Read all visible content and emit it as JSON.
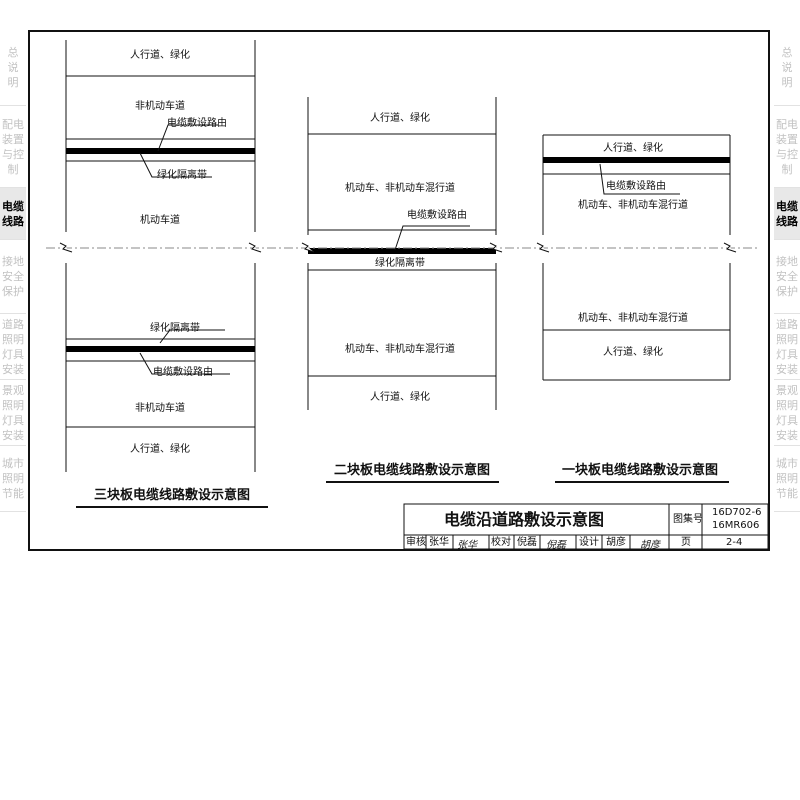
{
  "left_tabs": [
    "总\n说\n明",
    "配电\n装置\n与控\n制",
    "电缆\n线路",
    "接地\n安全\n保护",
    "道路\n照明\n灯具\n安装",
    "景观\n照明\n灯具\n安装",
    "城市\n照明\n节能"
  ],
  "right_tabs": [
    "总\n说\n明",
    "配电\n装置\n与控\n制",
    "电缆\n线路",
    "接地\n安全\n保护",
    "道路\n照明\n灯具\n安装",
    "景观\n照明\n灯具\n安装",
    "城市\n照明\n节能"
  ],
  "active_tab_index": 2,
  "diagrams": {
    "three_panel": {
      "labels": [
        "人行道、绿化",
        "非机动车道",
        "电缆敷设路由",
        "绿化隔离带",
        "机动车道",
        "绿化隔离带",
        "电缆敷设路由",
        "非机动车道",
        "人行道、绿化"
      ],
      "caption": "三块板电缆线路敷设示意图"
    },
    "two_panel": {
      "labels": [
        "人行道、绿化",
        "机动车、非机动车混行道",
        "电缆敷设路由",
        "绿化隔离带",
        "机动车、非机动车混行道",
        "人行道、绿化"
      ],
      "caption": "二块板电缆线路敷设示意图"
    },
    "one_panel": {
      "labels": [
        "人行道、绿化",
        "电缆敷设路由",
        "机动车、非机动车混行道",
        "机动车、非机动车混行道",
        "人行道、绿化"
      ],
      "caption": "一块板电缆线路敷设示意图"
    }
  },
  "title_block": {
    "title": "电缆沿道路敷设示意图",
    "atlas_no_label": "图集号",
    "atlas_no": [
      "16D702-6",
      "16MR606"
    ],
    "review_label": "审核",
    "reviewer": "张华",
    "check_label": "校对",
    "checker": "倪磊",
    "design_label": "设计",
    "designer": "胡彦",
    "page_label": "页",
    "page": "2-4"
  }
}
